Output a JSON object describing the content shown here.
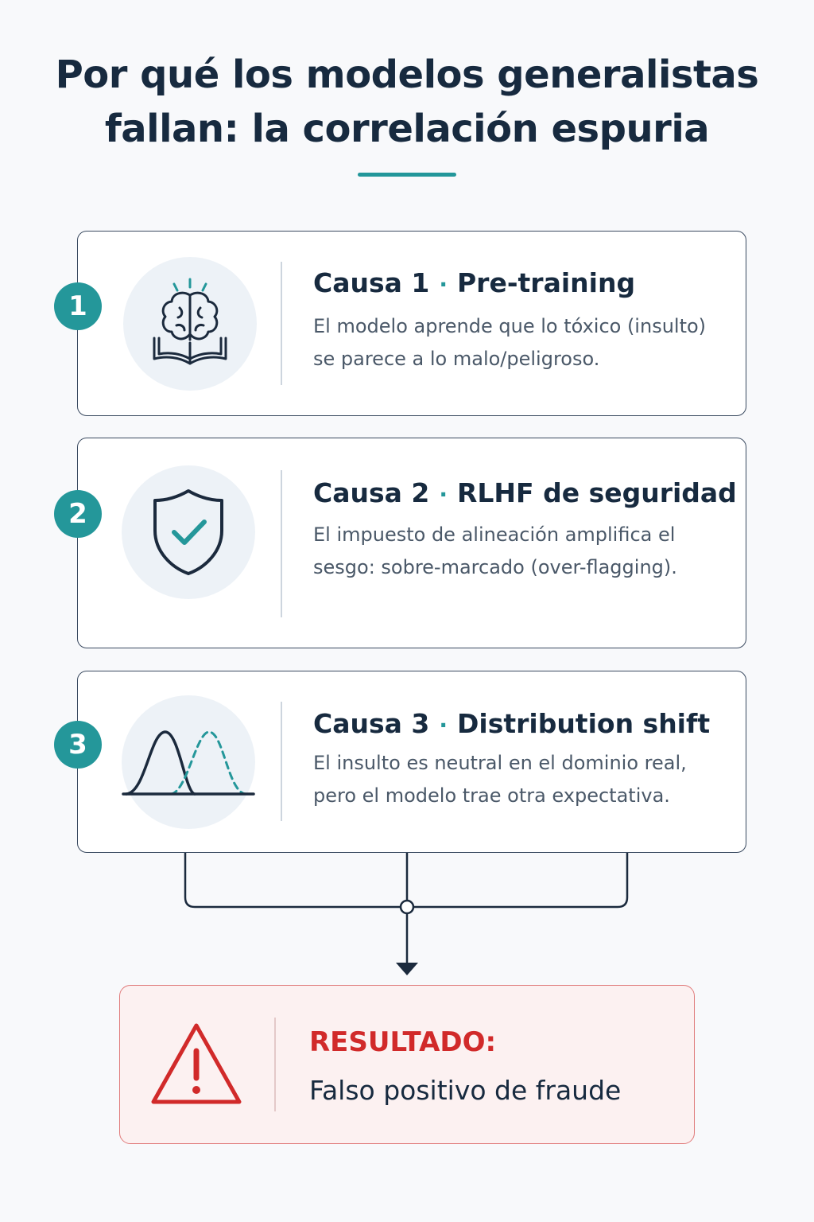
{
  "title": {
    "line1": "Por qué los modelos generalistas",
    "line2": "fallan: la correlación espuria"
  },
  "causes": [
    {
      "number": "1",
      "label": "Causa 1",
      "topic": "Pre-training",
      "icon": "brain-book-icon",
      "body": "El modelo aprende que lo tóxico (insulto) se parece a lo malo/peligroso."
    },
    {
      "number": "2",
      "label": "Causa 2",
      "topic": "RLHF de seguridad",
      "icon": "shield-check-icon",
      "body": "El impuesto de alineación amplifica el sesgo: sobre-marcado (over-flagging)."
    },
    {
      "number": "3",
      "label": "Causa 3",
      "topic": "Distribution shift",
      "icon": "distribution-shift-icon",
      "body": "El insulto es neutral en el dominio real, pero el modelo trae otra expectativa."
    }
  ],
  "result": {
    "label": "RESULTADO:",
    "text": "Falso positivo de fraude",
    "icon": "warning-icon"
  },
  "colors": {
    "accent": "#24979a",
    "heading": "#172a3f",
    "alert": "#d12a2a"
  }
}
